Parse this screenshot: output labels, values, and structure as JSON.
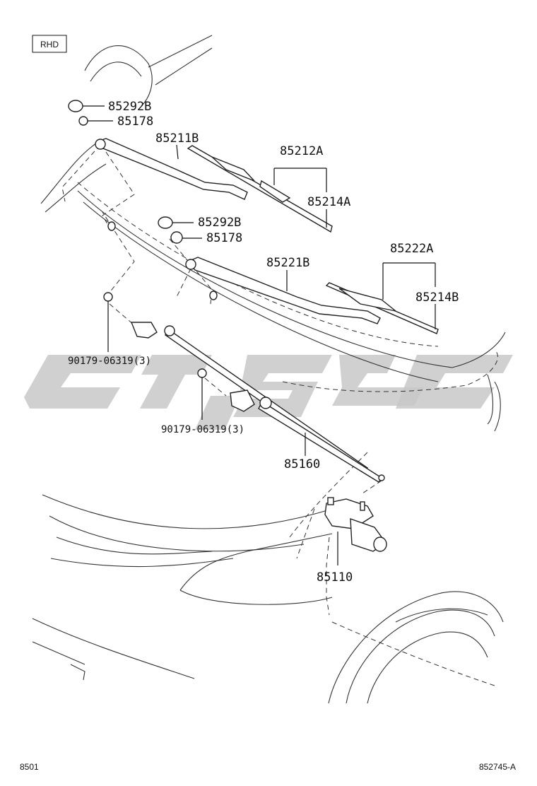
{
  "badge": "RHD",
  "labels": {
    "cap_upper": "85292B",
    "nut_upper": "85178",
    "arm_rh": "85211B",
    "blade_rh": "85212A",
    "rubber_rh": "85214A",
    "cap_lower": "85292B",
    "nut_lower": "85178",
    "arm_lh": "85221B",
    "blade_lh": "85222A",
    "rubber_lh": "85214B",
    "bolt_left": "90179-06319(3)",
    "bolt_right": "90179-06319(3)",
    "link": "85160",
    "motor": "85110"
  },
  "footer": {
    "left": "8501",
    "right": "852745-A"
  },
  "watermark_color": "#c8c8c8"
}
